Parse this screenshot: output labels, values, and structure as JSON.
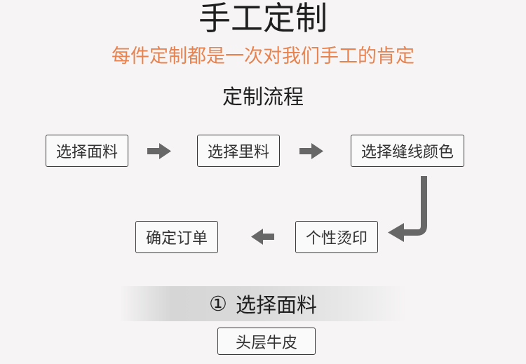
{
  "title": "手工定制",
  "subtitle": "每件定制都是一次对我们手工的肯定",
  "section_title": "定制流程",
  "steps": [
    {
      "label": "选择面料"
    },
    {
      "label": "选择里料"
    },
    {
      "label": "选择缝线颜色"
    },
    {
      "label": "个性烫印"
    },
    {
      "label": "确定订单"
    }
  ],
  "current_step": {
    "number": "①",
    "label": "选择面料"
  },
  "option": {
    "label": "头层牛皮"
  },
  "icons": {
    "step_1_to_2": "arrow-right-icon",
    "step_2_to_3": "arrow-right-icon",
    "step_3_to_4": "elbow-arrow-down-left-icon",
    "step_4_to_5": "arrow-left-icon"
  },
  "colors": {
    "background": "#f6f4f4",
    "accent": "#e8834f",
    "text": "#1e1e1e",
    "box_border": "#3a3a3a",
    "arrow": "#676767"
  }
}
